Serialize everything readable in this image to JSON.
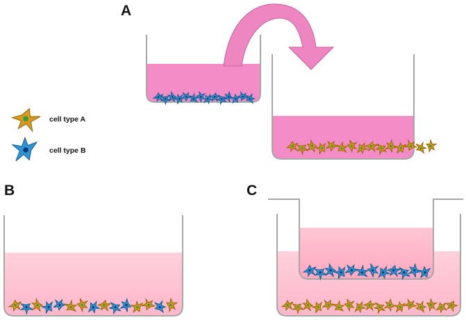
{
  "panels": {
    "a": "A",
    "b": "B",
    "c": "C"
  },
  "legend": {
    "cell_a": "cell type A",
    "cell_b": "cell type B"
  },
  "colors": {
    "medium_dark": "#f48cc7",
    "medium_light": "#ffc2d2",
    "medium_insert": "#ffb2c8",
    "arrow": "#ee86c2",
    "vessel_stroke": "#a6a6a6",
    "cell_a_fill": "#d69a1e",
    "cell_a_stroke": "#9c6a0e",
    "cell_a_nucleus": "#2e9c3a",
    "cell_b_fill": "#2f96d6",
    "cell_b_stroke": "#1a5f93",
    "cell_b_nucleus": "#0d3a70"
  },
  "wells": {
    "a_small": {
      "cells": "B"
    },
    "a_large": {
      "cells": "A"
    },
    "b": {
      "cells": "A+B mixed"
    },
    "c_insert": {
      "cells": "B"
    },
    "c_outer": {
      "cells": "A"
    }
  }
}
